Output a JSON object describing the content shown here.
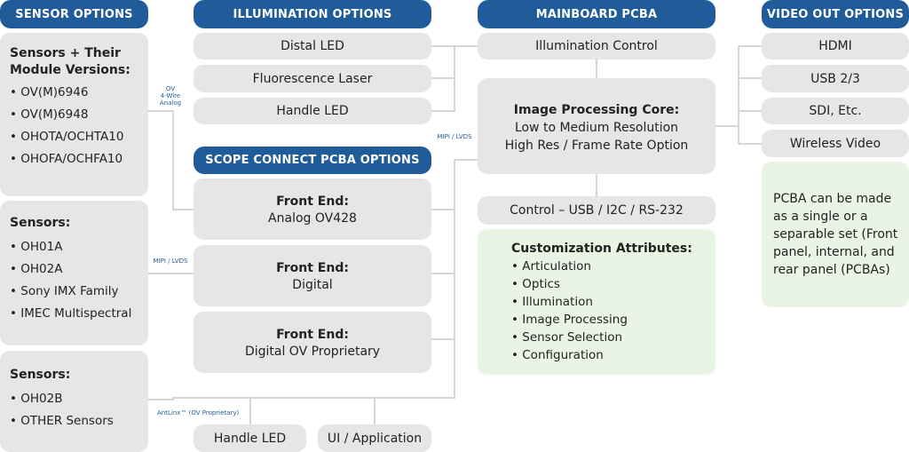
{
  "headers": {
    "sensor": "SENSOR OPTIONS",
    "illumination": "ILLUMINATION OPTIONS",
    "mainboard": "MAINBOARD PCBA",
    "video": "VIDEO OUT OPTIONS",
    "scope": "SCOPE CONNECT PCBA OPTIONS"
  },
  "sensor_groups": [
    {
      "title_line1": "Sensors + Their",
      "title_line2": "Module Versions:",
      "items": [
        "• OV(M)6946",
        "• OV(M)6948",
        "• OHOTA/OCHTA10",
        "• OHOFA/OCHFA10"
      ]
    },
    {
      "title_line1": "Sensors:",
      "items": [
        "• OH01A",
        "• OH02A",
        "• Sony IMX Family",
        "• IMEC Multispectral"
      ]
    },
    {
      "title_line1": "Sensors:",
      "items": [
        "• OH02B",
        "• OTHER Sensors"
      ]
    }
  ],
  "link_labels": {
    "ov_line1": "OV",
    "ov_line2": "4-Wire",
    "ov_line3": "Analog",
    "mipi_left": "MIPI / LVDS",
    "mipi_main": "MIPI / LVDS",
    "antlinx": "AntLinx™ (OV Proprietary)"
  },
  "illumination": [
    "Distal LED",
    "Fluorescence Laser",
    "Handle LED"
  ],
  "front_end": [
    {
      "title": "Front End:",
      "value": "Analog OV428"
    },
    {
      "title": "Front End:",
      "value": "Digital"
    },
    {
      "title": "Front End:",
      "value": "Digital OV Proprietary"
    }
  ],
  "bottom": {
    "handle_led": "Handle LED",
    "ui_app": "UI / Application"
  },
  "mainboard": {
    "illum_control": "Illumination Control",
    "core_title": "Image Processing Core:",
    "core_line2": "Low to Medium Resolution",
    "core_line3": "High Res / Frame Rate Option",
    "control": "Control – USB / I2C / RS-232"
  },
  "customization": {
    "title": "Customization Attributes:",
    "items": [
      "• Articulation",
      "• Optics",
      "• Illumination",
      "• Image Processing",
      "• Sensor Selection",
      "• Configuration"
    ]
  },
  "video": [
    "HDMI",
    "USB 2/3",
    "SDI, Etc.",
    "Wireless Video"
  ],
  "pcba_note": {
    "line1": "PCBA can be made",
    "line2": "as a single or a",
    "line3": "separable set (Front",
    "line4": "panel, internal, and",
    "line5": "rear panel (PCBAs)"
  },
  "colors": {
    "header": "#1f5c99",
    "box": "#e6e6e6",
    "green": "#eaf4e4"
  }
}
